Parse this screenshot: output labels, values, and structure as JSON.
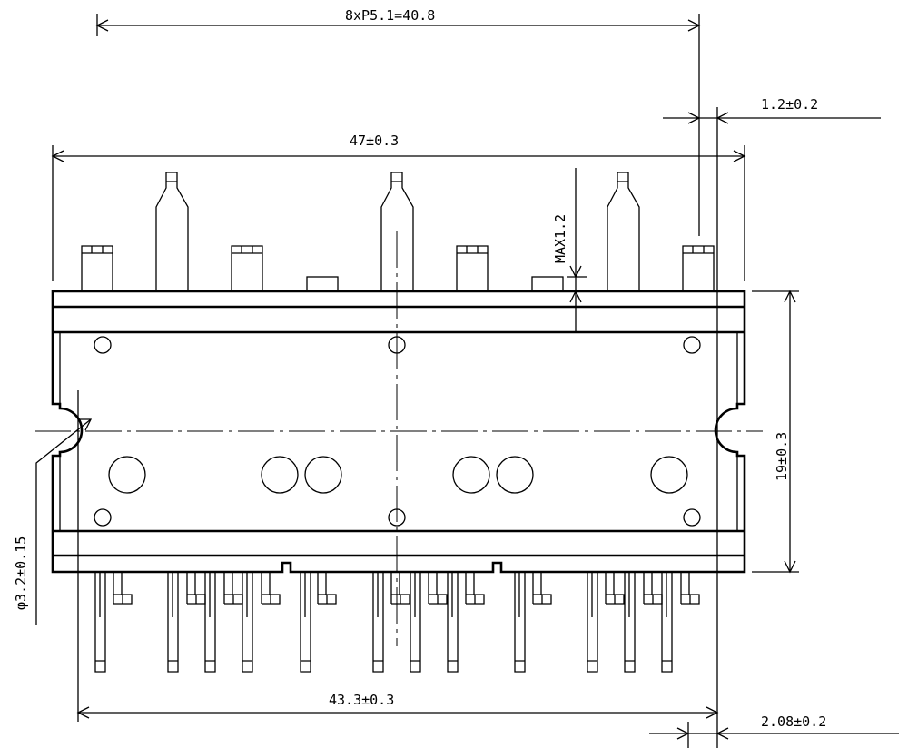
{
  "title": "Package outline drawing",
  "dimensions": {
    "pitch": "8xP5.1=40.8",
    "lead_width": "1.2±0.2",
    "body_length": "47±0.3",
    "max_height": "MAX1.2",
    "body_width": "19±0.3",
    "hole_diameter": "φ3.2±0.15",
    "hole_span": "43.3±0.3",
    "lead_offset": "2.08±0.2"
  }
}
